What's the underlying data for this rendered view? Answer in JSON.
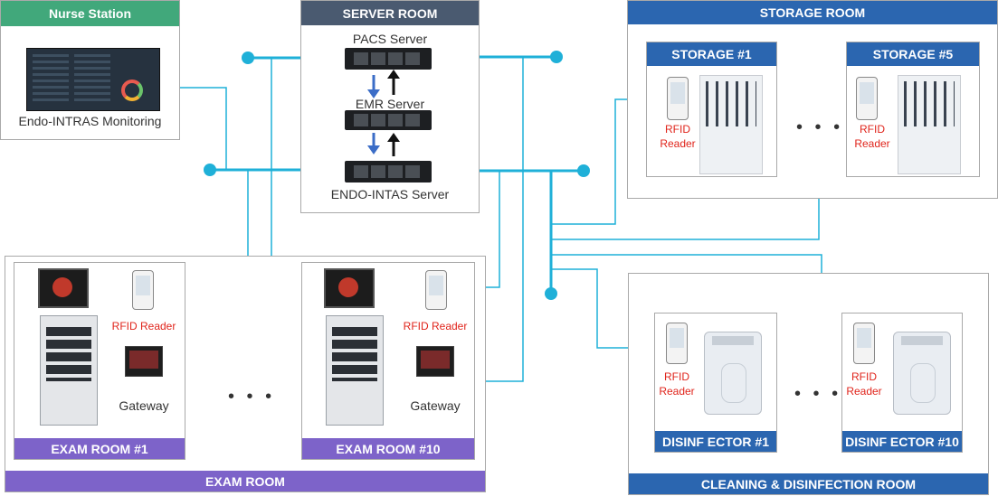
{
  "nurse_station": {
    "title": "Nurse Station",
    "caption": "Endo-INTRAS Monitoring"
  },
  "server_room": {
    "title": "SERVER ROOM",
    "pacs": "PACS Server",
    "emr": "EMR Server",
    "endo": "ENDO-INTAS Server"
  },
  "storage_room": {
    "title": "STORAGE ROOM",
    "units": [
      {
        "title": "STORAGE #1",
        "reader": "RFID\nReader"
      },
      {
        "title": "STORAGE #5",
        "reader": "RFID\nReader"
      }
    ],
    "ellipsis": "• • •"
  },
  "exam_room": {
    "title": "EXAM ROOM",
    "units": [
      {
        "title": "EXAM ROOM #1",
        "reader": "RFID Reader",
        "gateway": "Gateway"
      },
      {
        "title": "EXAM ROOM #10",
        "reader": "RFID Reader",
        "gateway": "Gateway"
      }
    ],
    "ellipsis": "• • •"
  },
  "cleaning_room": {
    "title": "CLEANING & DISINFECTION ROOM",
    "units": [
      {
        "title": "DISINF ECTOR #1",
        "reader": "RFID\nReader"
      },
      {
        "title": "DISINF ECTOR #10",
        "reader": "RFID\nReader"
      }
    ],
    "ellipsis": "• • •"
  },
  "colors": {
    "wire": "#1fb0d8",
    "green": "#41a87b",
    "dark": "#4a5a70",
    "blue": "#2b66b0",
    "purple": "#7d63c9",
    "red": "#e0241b"
  }
}
